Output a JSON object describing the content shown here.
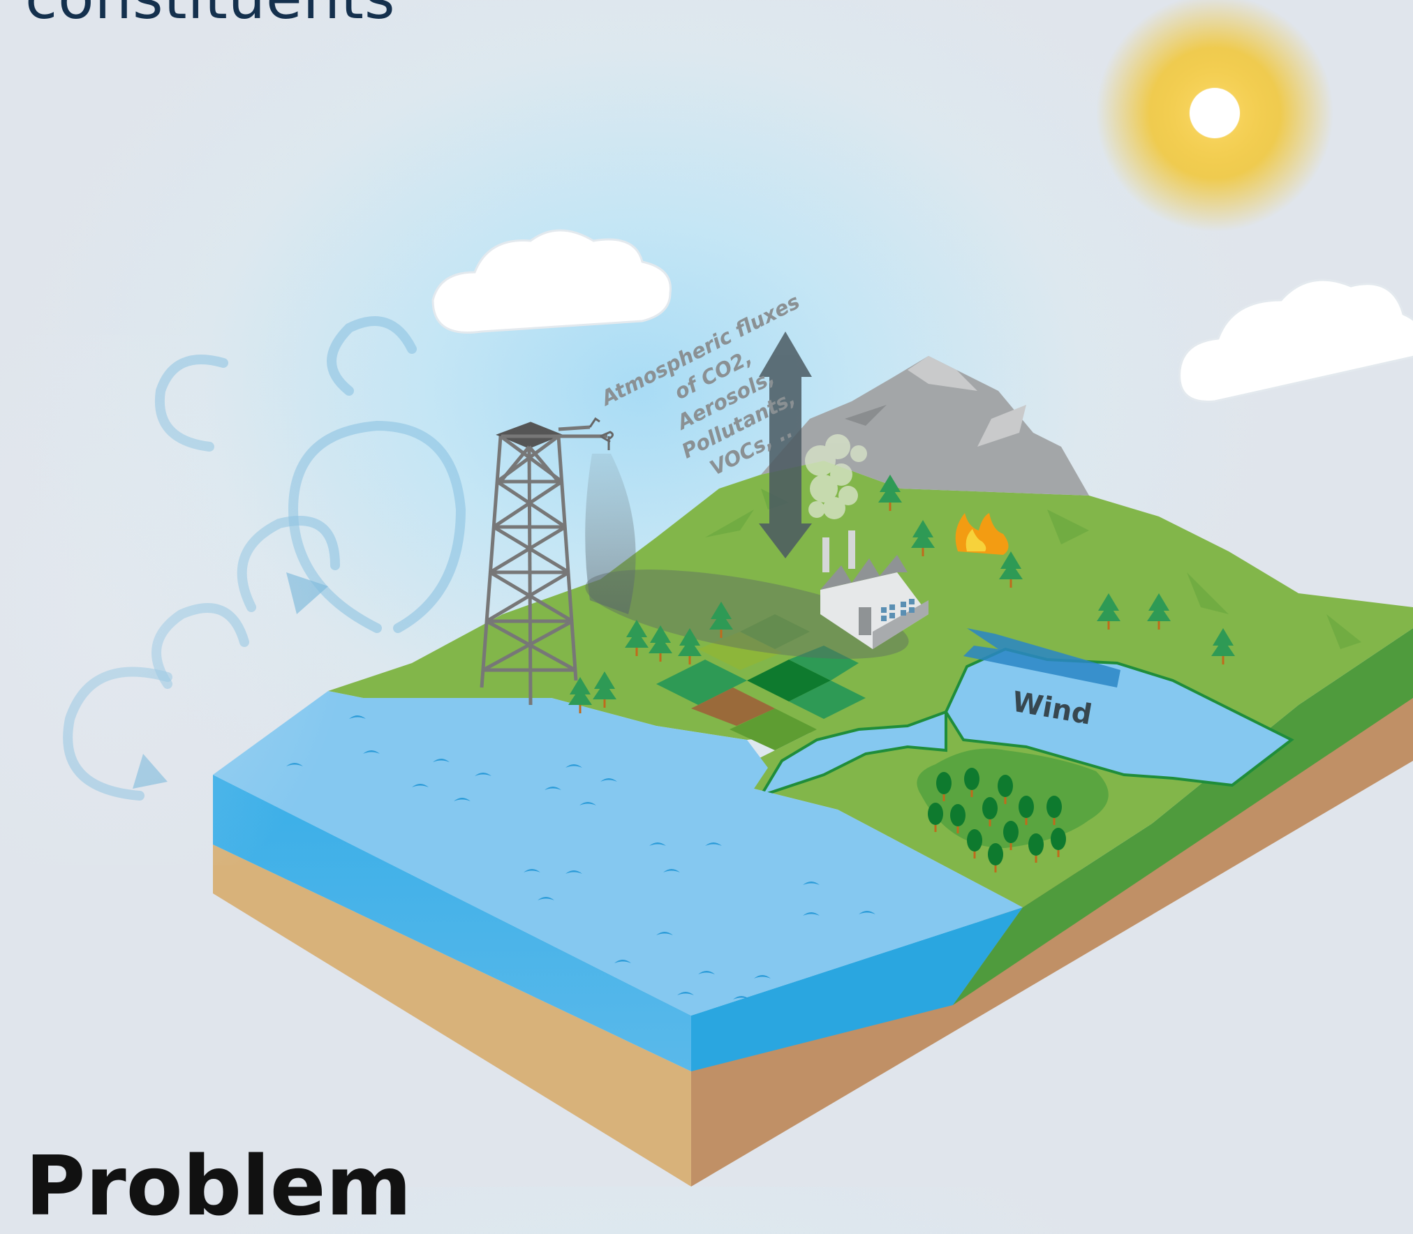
{
  "heading_top": "constituents",
  "heading_bottom": "Problem",
  "labels": {
    "flux_lines": [
      "Atmospheric fluxes",
      "of CO2,",
      "Aerosols,",
      "Pollutants,",
      "VOCs, .."
    ],
    "wind": "Wind"
  },
  "colors": {
    "sky": "#a9dcf5",
    "sun": "#f4c21b",
    "land": "#82b64a",
    "water": "#85c8f0",
    "soil": "#d8b27a",
    "heading": "#14304d"
  }
}
